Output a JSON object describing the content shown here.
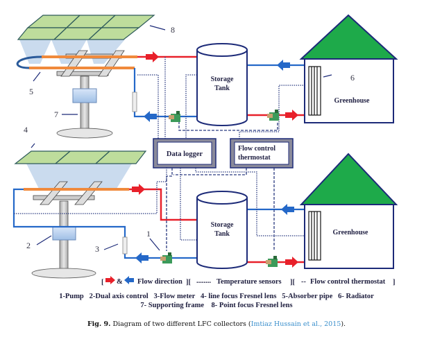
{
  "diagram": {
    "title": "Two different LFC collectors",
    "components": {
      "storage_tank_top": "Storage\nTank",
      "storage_tank_label_line1": "Storage",
      "storage_tank_label_line2": "Tank",
      "greenhouse_label": "Greenhouse",
      "data_logger_label": "Data logger",
      "flow_control_line1": "Flow control",
      "flow_control_line2": "thermostat"
    },
    "callouts": [
      "1",
      "2",
      "3",
      "4",
      "5",
      "6",
      "7",
      "8"
    ],
    "legend": {
      "amp": "&",
      "flow_direction": "Flow direction",
      "temperature_sensors": "Temperature  sensors",
      "temp_prefix": "........",
      "flow_control_thermostat": "Flow control thermostat",
      "fct_prefix": "--"
    },
    "key_line1": "1-Pump   2-Dual axis control   3-Flow meter   4- line focus Fresnel lens   5-Absorber pipe   6- Radiator",
    "key_line2": "7- Supporting frame    8- Point focus Fresnel lens",
    "colors": {
      "hot_pipe": "#e8202a",
      "cold_pipe": "#2468c8",
      "absorber_pipe": "#f08a3c",
      "lens_green": "#b7d98f",
      "beam_blue": "#b8cfe8",
      "roof_green": "#1eaa4a",
      "outline_navy": "#1c2a78",
      "sensor_line": "#2a3a80"
    }
  },
  "caption": {
    "fig_label": "Fig. 9.",
    "text": " Diagram of two different LFC collectors (",
    "citation": "Imtiaz Hussain et al., 2015",
    "end": ")."
  }
}
